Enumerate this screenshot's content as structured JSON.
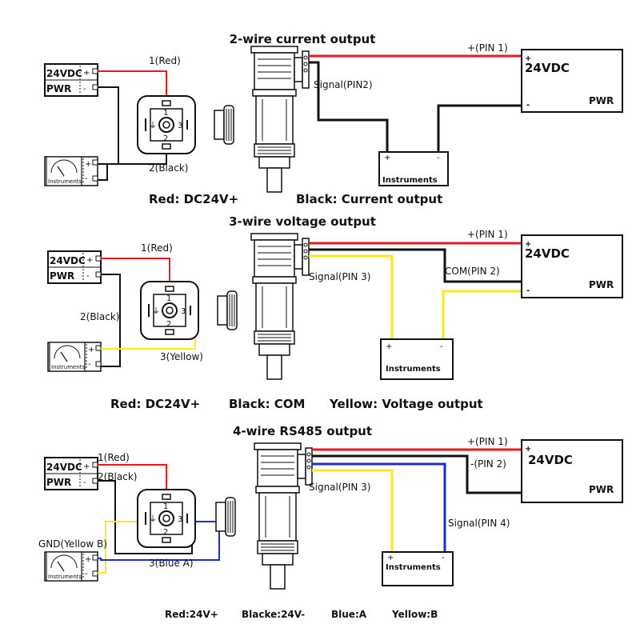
{
  "panels": [
    {
      "title": "2-wire current output",
      "pwr_box": {
        "top": "24VDC",
        "bottom": "PWR"
      },
      "instruments": "Instruments",
      "terminal_labels": {
        "plus": "+",
        "minus": "-"
      },
      "pin_labels": {
        "pin1": "1",
        "pin2": "2",
        "pin3": "3",
        "ground": "⏚"
      },
      "connector_wires": [
        "1(Red)",
        "2(Black)"
      ],
      "right_labels": [
        "+(PIN 1)",
        "Signal(PIN2)"
      ],
      "legend": [
        "Red: DC24V+",
        "Black: Current output"
      ]
    },
    {
      "title": "3-wire voltage output",
      "pwr_box": {
        "top": "24VDC",
        "bottom": "PWR"
      },
      "instruments": "Instruments",
      "terminal_labels": {
        "plus": "+",
        "minus": "-"
      },
      "pin_labels": {
        "pin1": "1",
        "pin2": "2",
        "pin3": "3",
        "ground": "⏚"
      },
      "connector_wires": [
        "1(Red)",
        "2(Black)",
        "3(Yellow)"
      ],
      "right_labels": [
        "+(PIN 1)",
        "COM(PIN 2)",
        "Signal(PIN 3)"
      ],
      "legend": [
        "Red: DC24V+",
        "Black: COM",
        "Yellow: Voltage output"
      ]
    },
    {
      "title": "4-wire RS485 output",
      "pwr_box": {
        "top": "24VDC",
        "bottom": "PWR"
      },
      "instruments": "Instruments",
      "terminal_labels": {
        "plus": "+",
        "minus": "-"
      },
      "pin_labels": {
        "pin1": "1",
        "pin2": "2",
        "pin3": "3",
        "ground": "⏚"
      },
      "connector_wires": [
        "1(Red)",
        "2(Black)",
        "3(Blue A)",
        "GND(Yellow B)"
      ],
      "right_labels": [
        "+(PIN 1)",
        "-(PIN 2)",
        "Signal(PIN 3)",
        "Signal(PIN 4)"
      ],
      "legend": [
        "Red:24V+",
        "Blacke:24V-",
        "Blue:A",
        "Yellow:B"
      ]
    }
  ],
  "colors": {
    "red": "#e31b1b",
    "black": "#111111",
    "yellow": "#ffe81a",
    "blue": "#1a2fc9"
  }
}
